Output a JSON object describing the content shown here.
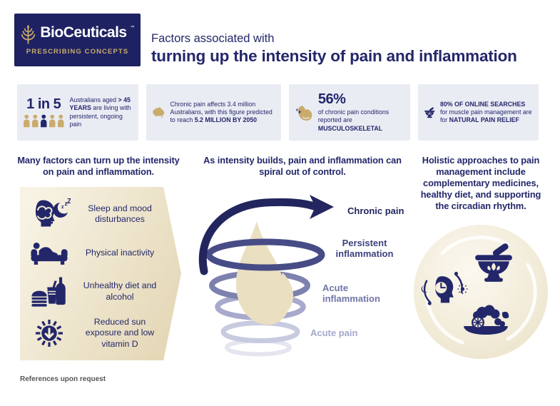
{
  "colors": {
    "navy": "#23276a",
    "navy_deep": "#1e2262",
    "gold": "#c9ab6c",
    "stat_bg": "#eaecf4",
    "panel_light": "#f8f3e5",
    "panel_dark": "#e2d5b2",
    "circle_center": "#fbf8f0",
    "circle_edge": "#e9dfc4",
    "flame": "#eadfc0",
    "footer_gray": "#55565a",
    "spiral": [
      "#23265e",
      "#474c86",
      "#7d81ae",
      "#a7aacd",
      "#c8cbe0",
      "#e4e5ef"
    ]
  },
  "header": {
    "brand": "BioCeuticals",
    "trademark": "™",
    "tagline": "PRESCRIBING CONCEPTS",
    "title_line1": "Factors associated with",
    "title_line2": "turning up the intensity of pain and inflammation"
  },
  "stats": [
    {
      "icon": "people-icon",
      "headline": "1 in 5",
      "text": [
        {
          "t": "Australians aged "
        },
        {
          "t": "> 45 YEARS",
          "b": true
        },
        {
          "t": " are living with persistent, ongoing pain"
        }
      ]
    },
    {
      "icon": "australia-map-icon",
      "text": [
        {
          "t": "Chronic pain affects 3.4 million Australians, with this figure predicted to reach "
        },
        {
          "t": "5.2 MILLION BY 2050",
          "b": true
        }
      ]
    },
    {
      "icon": "flexed-arm-icon",
      "headline": "56%",
      "text": [
        {
          "t": "of chronic pain conditions reported are "
        },
        {
          "t": "MUSCULOSKELETAL",
          "b": true
        }
      ]
    },
    {
      "icon": "mortar-pestle-icon",
      "text": [
        {
          "t": "80% OF ONLINE SEARCHES",
          "b": true
        },
        {
          "t": " for muscle pain management are for "
        },
        {
          "t": "NATURAL PAIN RELIEF",
          "b": true
        }
      ]
    }
  ],
  "left_column": {
    "heading": "Many factors can turn up the intensity on pain and inflammation.",
    "sleep_z": [
      "z",
      "z",
      "Z"
    ],
    "items": [
      {
        "icon": "sleep-mood-icon",
        "label": "Sleep and mood disturbances"
      },
      {
        "icon": "couch-icon",
        "label": "Physical inactivity"
      },
      {
        "icon": "junk-food-icon",
        "label": "Unhealthy diet and alcohol"
      },
      {
        "icon": "low-sun-icon",
        "label": "Reduced sun exposure and low vitamin D"
      }
    ]
  },
  "middle_column": {
    "heading": "As intensity builds, pain and inflammation can spiral out of control.",
    "spiral_labels": [
      {
        "label": "Chronic pain",
        "color": "#23265f"
      },
      {
        "label": "Persistent inflammation",
        "color": "#3e437f"
      },
      {
        "label": "Acute inflammation",
        "color": "#7175a7"
      },
      {
        "label": "Acute pain",
        "color": "#a5a8cb"
      }
    ]
  },
  "right_column": {
    "heading": "Holistic approaches to pain management include complementary medicines, healthy diet, and supporting the circadian rhythm.",
    "icons": [
      "circadian-rhythm-icon",
      "mortar-pestle-icon",
      "healthy-food-icon"
    ]
  },
  "footer": {
    "note": "References upon request"
  }
}
